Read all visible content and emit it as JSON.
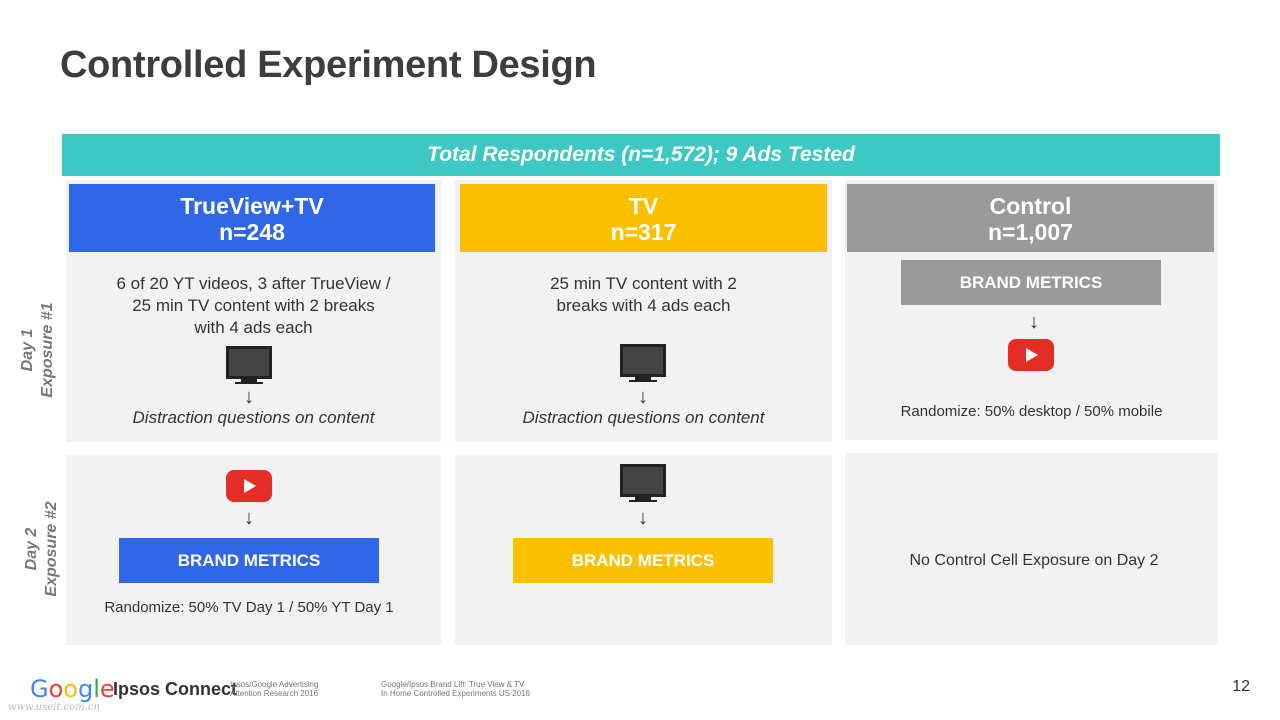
{
  "title": "Controlled Experiment Design",
  "banner": "Total Respondents (n=1,572); 9 Ads Tested",
  "colors": {
    "teal": "#3ec8c3",
    "blue": "#2f67e6",
    "yellow": "#fbc100",
    "gray": "#9a9a9a",
    "youtube_red": "#e52d27"
  },
  "row_labels": {
    "day1": [
      "Day 1",
      "Exposure #1"
    ],
    "day2": [
      "Day 2",
      "Exposure #2"
    ]
  },
  "columns": [
    {
      "name": "TrueView+TV",
      "n": "n=248",
      "day1_text": [
        "6 of 20 YT videos, 3 after TrueView /",
        "25 min TV content with 2 breaks",
        "with 4 ads each"
      ],
      "day1_icon": "tv-icon",
      "day1_caption": "Distraction questions on content",
      "day2_icon": "youtube-icon",
      "day2_metrics": "BRAND METRICS",
      "day2_caption": "Randomize: 50% TV Day 1 / 50% YT Day 1"
    },
    {
      "name": "TV",
      "n": "n=317",
      "day1_text": [
        "25 min TV content with 2",
        "breaks with 4 ads each"
      ],
      "day1_icon": "tv-icon",
      "day1_caption": "Distraction questions on content",
      "day2_icon": "tv-icon",
      "day2_metrics": "BRAND METRICS"
    },
    {
      "name": "Control",
      "n": "n=1,007",
      "day1_metrics": "BRAND METRICS",
      "day1_icon": "youtube-icon",
      "day1_caption": "Randomize:  50% desktop / 50% mobile",
      "day2_text": "No Control Cell Exposure on Day 2"
    }
  ],
  "footer": {
    "google_letters": [
      "G",
      "o",
      "o",
      "g",
      "l",
      "e"
    ],
    "google_colors": [
      "#4285f4",
      "#ea4335",
      "#fbbc05",
      "#4285f4",
      "#34a853",
      "#ea4335"
    ],
    "ipsos": "Ipsos Connect",
    "note1": [
      "Ipsos/Google Advertising",
      "Attention Research 2016"
    ],
    "note2": [
      "Google/Ipsos Brand Lift: True View & TV",
      "In Home Controlled Experiments US 2016"
    ],
    "page_number": "12",
    "watermark": "www.useit.com.cn"
  }
}
